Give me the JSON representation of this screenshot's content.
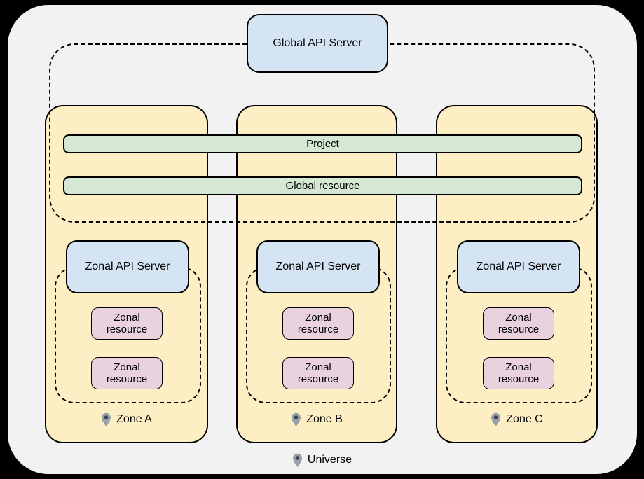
{
  "diagram": {
    "global_api_server": {
      "label": "Global API Server"
    },
    "bars": {
      "project": {
        "label": "Project"
      },
      "global_resource": {
        "label": "Global resource"
      }
    },
    "zones": [
      {
        "name": "Zone A",
        "api_server_label": "Zonal API Server",
        "resources": [
          "Zonal resource",
          "Zonal resource"
        ]
      },
      {
        "name": "Zone B",
        "api_server_label": "Zonal API Server",
        "resources": [
          "Zonal resource",
          "Zonal resource"
        ]
      },
      {
        "name": "Zone C",
        "api_server_label": "Zonal API Server",
        "resources": [
          "Zonal resource",
          "Zonal resource"
        ]
      }
    ],
    "universe": {
      "label": "Universe"
    },
    "icons": {
      "zone_marker": "location-pin-icon",
      "universe_marker": "location-pin-icon"
    },
    "colors": {
      "background": "#000000",
      "universe_fill": "#f2f2f3",
      "zone_fill": "#fdeec3",
      "api_server_fill": "#d4e4f3",
      "resource_fill": "#e9d1dd",
      "bar_fill": "#d5e8d4",
      "outline": "#000000",
      "pin_fill": "#99a0ac",
      "pin_dot": "#3a3e45"
    }
  }
}
